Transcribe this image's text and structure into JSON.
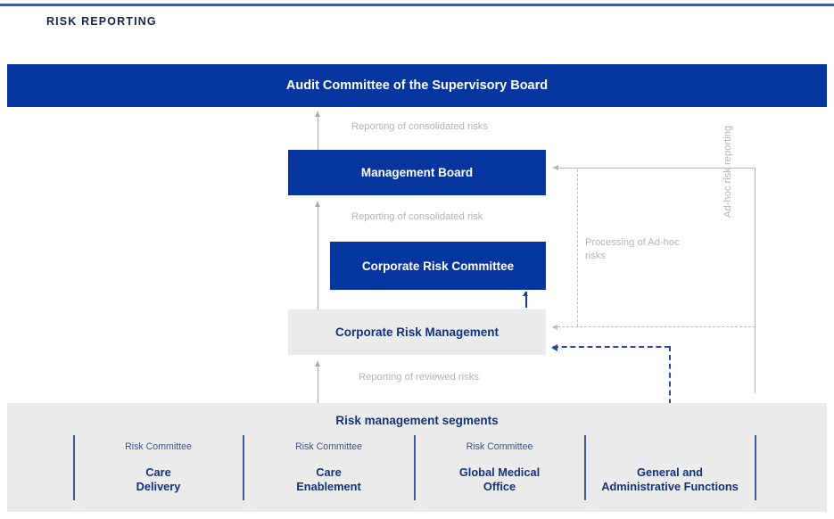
{
  "page": {
    "section_title": "RISK REPORTING",
    "colors": {
      "brand_blue": "#0536a0",
      "text_blue": "#12337f",
      "band_gray": "#ebebeb",
      "connector_gray": "#b3b3b3",
      "rule_blue": "#3d5a9e",
      "dashed_blue": "#2c4a9a"
    }
  },
  "hierarchy": {
    "audit_committee": "Audit Committee of the Supervisory Board",
    "management_board": "Management Board",
    "corporate_risk_committee": "Corporate Risk Committee",
    "corporate_risk_management": "Corporate Risk Management"
  },
  "connectors": {
    "consolidated_risks": "Reporting of consolidated risks",
    "consolidated_risk": "Reporting of consolidated risk",
    "reviewed_risks": "Reporting of reviewed risks",
    "adhoc_processing": "Processing of Ad-hoc risks",
    "adhoc_reporting": "Ad-hoc risk reporting"
  },
  "segments": {
    "title": "Risk management segments",
    "items": [
      {
        "committee": "Risk Committee",
        "name_line1": "Care",
        "name_line2": "Delivery"
      },
      {
        "committee": "Risk Committee",
        "name_line1": "Care",
        "name_line2": "Enablement"
      },
      {
        "committee": "Risk Committee",
        "name_line1": "Global Medical",
        "name_line2": "Office"
      },
      {
        "committee": "",
        "name_line1": "General and",
        "name_line2": "Administrative Functions"
      }
    ]
  }
}
